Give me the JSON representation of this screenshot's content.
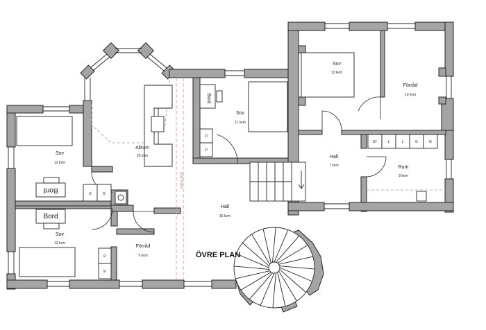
{
  "plan_title": "ÖVRE PLAN",
  "rooms": {
    "sov_left_top": {
      "name": "Sov",
      "area": "12 kvm"
    },
    "sov_left_bottom": {
      "name": "Sov",
      "area": "12 kvm"
    },
    "allrum": {
      "name": "Allrum",
      "area": "25 kvm"
    },
    "sov_center": {
      "name": "Sov",
      "area": "11 kvm"
    },
    "sov_top_right": {
      "name": "Sov",
      "area": "13 kvm"
    },
    "forrad_right": {
      "name": "Förråd",
      "area": "10 kvm"
    },
    "hall_right": {
      "name": "Hall",
      "area": "7 kvm"
    },
    "rum": {
      "name": "Rum",
      "area": "8 kvm"
    },
    "hall_main": {
      "name": "Hall",
      "area": "16 kvm"
    },
    "forrad_left": {
      "name": "Förråd",
      "area": "5 kvm"
    }
  },
  "furniture": {
    "bord_left_top": "Bord",
    "bord_left_bottom": "Bord",
    "bord_center": "Bord"
  },
  "cabinets": {
    "utility_row": [
      "ST",
      "L",
      "L",
      "G",
      "G"
    ],
    "left_pair": [
      "G",
      "G"
    ],
    "center_pair": [
      "G",
      "G"
    ],
    "bath_pair": [
      "G",
      "G"
    ]
  },
  "beam_label": "HEA 200"
}
